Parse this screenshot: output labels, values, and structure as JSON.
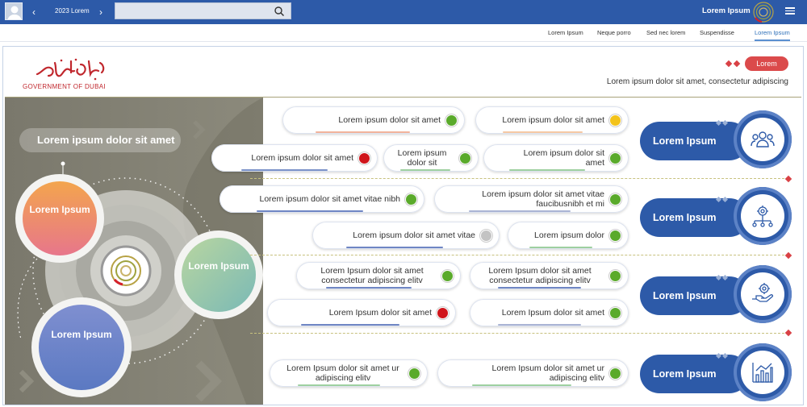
{
  "header": {
    "year_selector": "2023  Lorem",
    "search_placeholder": "",
    "user_name": "Lorem Ipsum"
  },
  "nav": {
    "tabs": [
      "Lorem Ipsum",
      "Neque porro",
      "Sed nec lorem",
      "Suspendisse",
      "Lorem Ipsum"
    ],
    "active_index": 4
  },
  "brand": {
    "arabic": "حكومة دبي",
    "english": "GOVERNMENT OF DUBAI"
  },
  "badge": "Lorem",
  "subtitle": "Lorem ipsum dolor sit amet, consectetur adipiscing",
  "left_panel": {
    "title": "Lorem ipsum dolor sit amet",
    "circles": [
      "Lorem Ipsum",
      "Lorem Ipsum",
      "Lorem Ipsum"
    ]
  },
  "sections": [
    {
      "category": "Lorem Ipsum",
      "icon": "people-icon",
      "items": [
        {
          "text": "Lorem ipsum dolor sit amet",
          "status": "green"
        },
        {
          "text": "Lorem ipsum dolor sit amet",
          "status": "yellow"
        },
        {
          "text": "Lorem ipsum dolor sit amet",
          "status": "red"
        },
        {
          "text": "Lorem ipsum dolor sit",
          "status": "green"
        },
        {
          "text": "Lorem ipsum dolor sit amet",
          "status": "green"
        }
      ]
    },
    {
      "category": "Lorem Ipsum",
      "icon": "network-gear-icon",
      "items": [
        {
          "text": "Lorem ipsum dolor sit amet vitae nibh",
          "status": "green"
        },
        {
          "text": "Lorem ipsum dolor sit amet vitae faucibusnibh et mi",
          "status": "green"
        },
        {
          "text": "Lorem ipsum dolor sit amet vitae",
          "status": "grey"
        },
        {
          "text": "Lorem ipsum dolor",
          "status": "green"
        }
      ]
    },
    {
      "category": "Lorem Ipsum",
      "icon": "hand-gear-icon",
      "items": [
        {
          "text": "Lorem Ipsum dolor sit amet consectetur adipiscing elitv",
          "status": "green"
        },
        {
          "text": "Lorem Ipsum dolor sit amet consectetur adipiscing elitv",
          "status": "green"
        },
        {
          "text": "Lorem Ipsum dolor sit amet",
          "status": "red"
        },
        {
          "text": "Lorem Ipsum dolor sit amet",
          "status": "green"
        }
      ]
    },
    {
      "category": "Lorem Ipsum",
      "icon": "bar-chart-icon",
      "items": [
        {
          "text": "Lorem Ipsum dolor sit amet ur adipiscing elitv",
          "status": "green"
        },
        {
          "text": "Lorem Ipsum dolor sit amet ur adipiscing elitv",
          "status": "green"
        }
      ]
    }
  ],
  "colors": {
    "brand_blue": "#2d5aa8",
    "brand_red": "#db4a4b",
    "status_green": "#5aaa2b",
    "status_red": "#d0151b",
    "status_yellow": "#f3c31b",
    "status_grey": "#c3c3c3"
  }
}
